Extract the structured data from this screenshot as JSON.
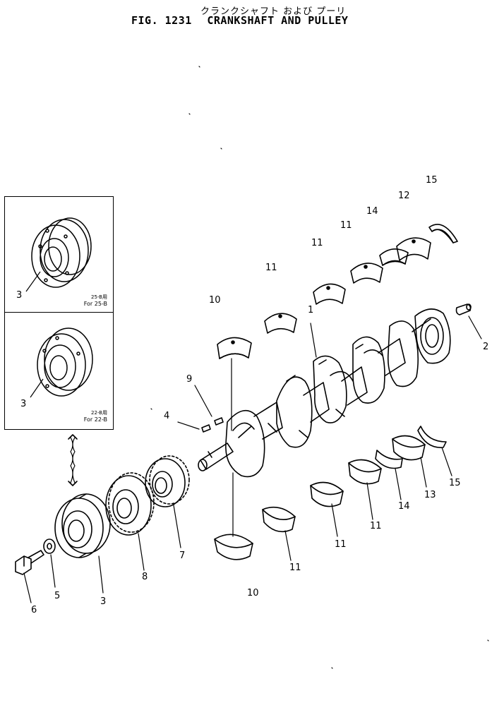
{
  "title": {
    "japanese": "クランクシャフト および プーリ",
    "figure_number": "FIG. 1231",
    "english": "CRANKSHAFT AND PULLEY"
  },
  "insets": [
    {
      "jp_note": "25-B用",
      "en_note": "For 25-B",
      "part": "3"
    },
    {
      "jp_note": "22-B用",
      "en_note": "For 22-B",
      "part": "3"
    }
  ],
  "callouts": {
    "c15a": "15",
    "c12": "12",
    "c14a": "14",
    "c11a": "11",
    "c11b": "11",
    "c11c": "11",
    "c10a": "10",
    "c1": "1",
    "c2": "2",
    "c9": "9",
    "c4": "4",
    "c15b": "15",
    "c13": "13",
    "c14b": "14",
    "c11d": "11",
    "c11e": "11",
    "c11f": "11",
    "c10b": "10",
    "c7": "7",
    "c8": "8",
    "c3": "3",
    "c5": "5",
    "c6": "6"
  },
  "icons": {
    "double_arrow": "double-arrow-icon"
  },
  "colors": {
    "ink": "#000000",
    "paper": "#ffffff"
  }
}
